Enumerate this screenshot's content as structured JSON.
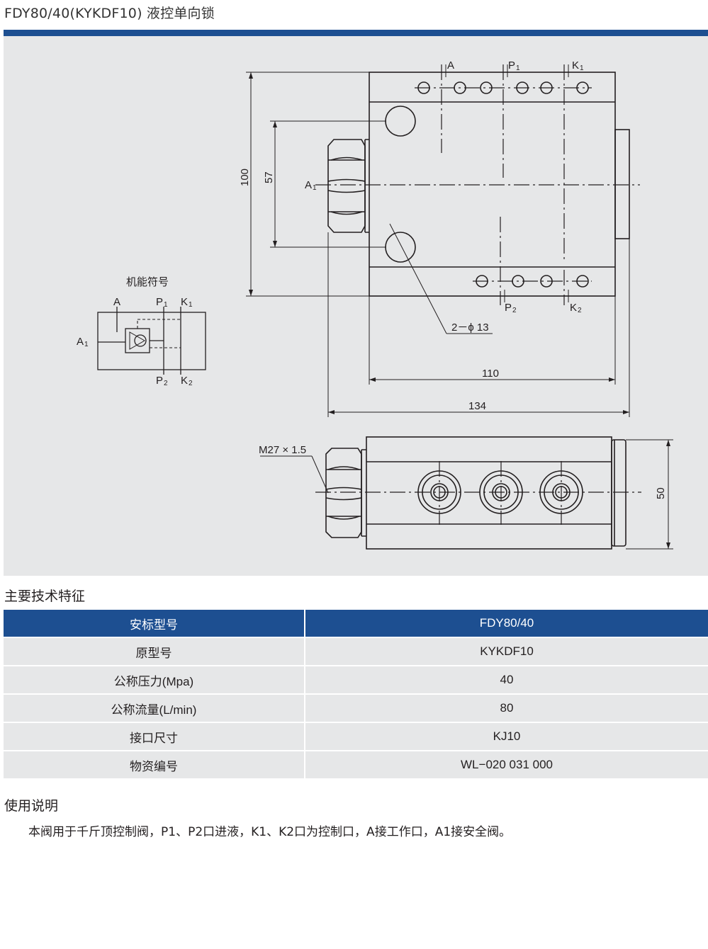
{
  "header": {
    "title": "FDY80/40(KYKDF10) 液控单向锁",
    "rule_color": "#1d4f91"
  },
  "drawing": {
    "panel_color": "#e6e7e8",
    "symbol_caption": "机能符号",
    "port_labels": {
      "A": "A",
      "P": "P",
      "K": "K",
      "sub_1": "1",
      "sub_2": "2"
    },
    "dimensions": {
      "h100": "100",
      "h57": "57",
      "holes": "2－ϕ 13",
      "w110": "110",
      "w134": "134",
      "thread": "M27 × 1.5",
      "h50": "50"
    }
  },
  "specs": {
    "heading": "主要技术特征",
    "header_row": [
      "安标型号",
      "FDY80/40"
    ],
    "rows": [
      [
        "原型号",
        "KYKDF10"
      ],
      [
        "公称压力(Mpa)",
        "40"
      ],
      [
        "公称流量(L/min)",
        "80"
      ],
      [
        "接口尺寸",
        "KJ10"
      ],
      [
        "物资编号",
        "WL−020 031 000"
      ]
    ]
  },
  "usage": {
    "heading": "使用说明",
    "text": "本阀用于千斤顶控制阀，P1、P2口进液，K1、K2口为控制口，A接工作口，A1接安全阀。"
  }
}
